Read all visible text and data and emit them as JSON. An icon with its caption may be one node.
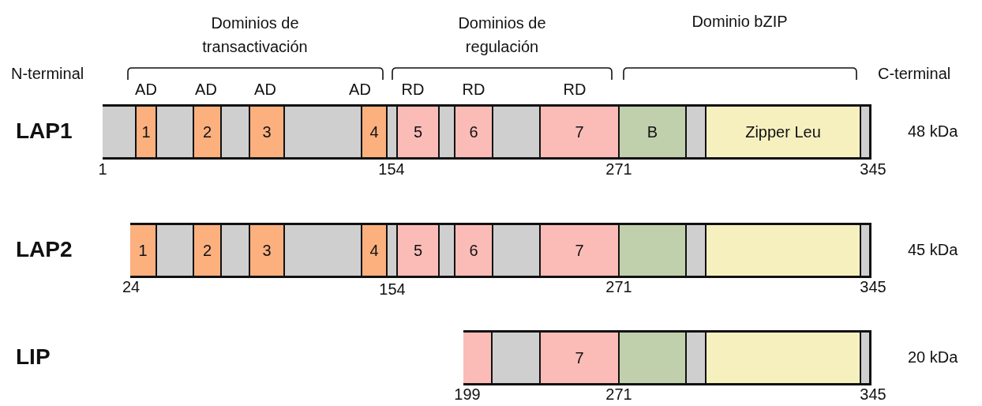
{
  "diagram": {
    "nodes": [
      {
        "text": [],
        "shape": "bar",
        "beside": [
          "LAP1",
          "48 kDa"
        ]
      },
      {
        "text": [],
        "shape": "box",
        "in": 0
      },
      {
        "text": [
          "1"
        ],
        "in": 0
      },
      {
        "text": [],
        "shape": "box",
        "in": 0
      },
      {
        "text": [
          "2"
        ],
        "in": 0
      },
      {
        "text": [],
        "shape": "box",
        "in": 0
      },
      {
        "text": [
          "3"
        ],
        "in": 0
      },
      {
        "text": [],
        "shape": "box",
        "in": 0
      },
      {
        "text": [
          "4"
        ],
        "in": 0
      },
      {
        "text": [],
        "shape": "box",
        "in": 0
      },
      {
        "text": [
          "5"
        ],
        "in": 0
      },
      {
        "text": [],
        "shape": "box",
        "in": 0
      },
      {
        "text": [
          "6"
        ],
        "in": 0
      },
      {
        "text": [],
        "shape": "box",
        "in": 0
      },
      {
        "text": [
          "7"
        ],
        "in": 0
      },
      {
        "text": [
          "B"
        ],
        "in": 0
      },
      {
        "text": [],
        "shape": "box",
        "in": 0
      },
      {
        "text": [
          "Zipper Leu"
        ],
        "in": 0
      },
      {
        "text": [],
        "shape": "box",
        "in": 0
      },
      {
        "text": [],
        "shape": "bar",
        "beside": [
          "LAP2",
          "45 kDa"
        ]
      },
      {
        "text": [
          "1"
        ],
        "in": 19
      },
      {
        "text": [],
        "shape": "box",
        "in": 19
      },
      {
        "text": [
          "2"
        ],
        "in": 19
      },
      {
        "text": [],
        "shape": "box",
        "in": 19
      },
      {
        "text": [
          "3"
        ],
        "in": 19
      },
      {
        "text": [],
        "shape": "box",
        "in": 19
      },
      {
        "text": [
          "4"
        ],
        "in": 19
      },
      {
        "text": [],
        "shape": "box",
        "in": 19
      },
      {
        "text": [
          "5"
        ],
        "in": 19
      },
      {
        "text": [],
        "shape": "box",
        "in": 19
      },
      {
        "text": [
          "6"
        ],
        "in": 19
      },
      {
        "text": [],
        "shape": "box",
        "in": 19
      },
      {
        "text": [
          "7"
        ],
        "in": 19
      },
      {
        "text": [],
        "shape": "box",
        "in": 19
      },
      {
        "text": [],
        "shape": "box",
        "in": 19
      },
      {
        "text": [],
        "shape": "box",
        "in": 19
      },
      {
        "text": [],
        "shape": "box",
        "in": 19
      },
      {
        "text": [],
        "shape": "bar",
        "beside": [
          "20 kDa"
        ]
      },
      {
        "text": [],
        "shape": "box",
        "in": 37
      },
      {
        "text": [],
        "shape": "box",
        "in": 37
      },
      {
        "text": [
          "7"
        ],
        "in": 37
      },
      {
        "text": [],
        "shape": "box",
        "in": 37
      },
      {
        "text": [],
        "shape": "box",
        "in": 37
      },
      {
        "text": [],
        "shape": "box",
        "in": 37
      },
      {
        "text": [],
        "shape": "box",
        "in": 37
      }
    ],
    "labels": [
      "Dominios de transactivación",
      "Dominios de regulación",
      "Dominio bZIP",
      "N-terminal",
      "C-terminal",
      "AD",
      "AD",
      "AD",
      "AD",
      "RD",
      "RD",
      "RD",
      "1",
      "154",
      "271",
      "345",
      "24",
      "154",
      "271",
      "345",
      "LIP",
      "199",
      "271",
      "345"
    ]
  }
}
